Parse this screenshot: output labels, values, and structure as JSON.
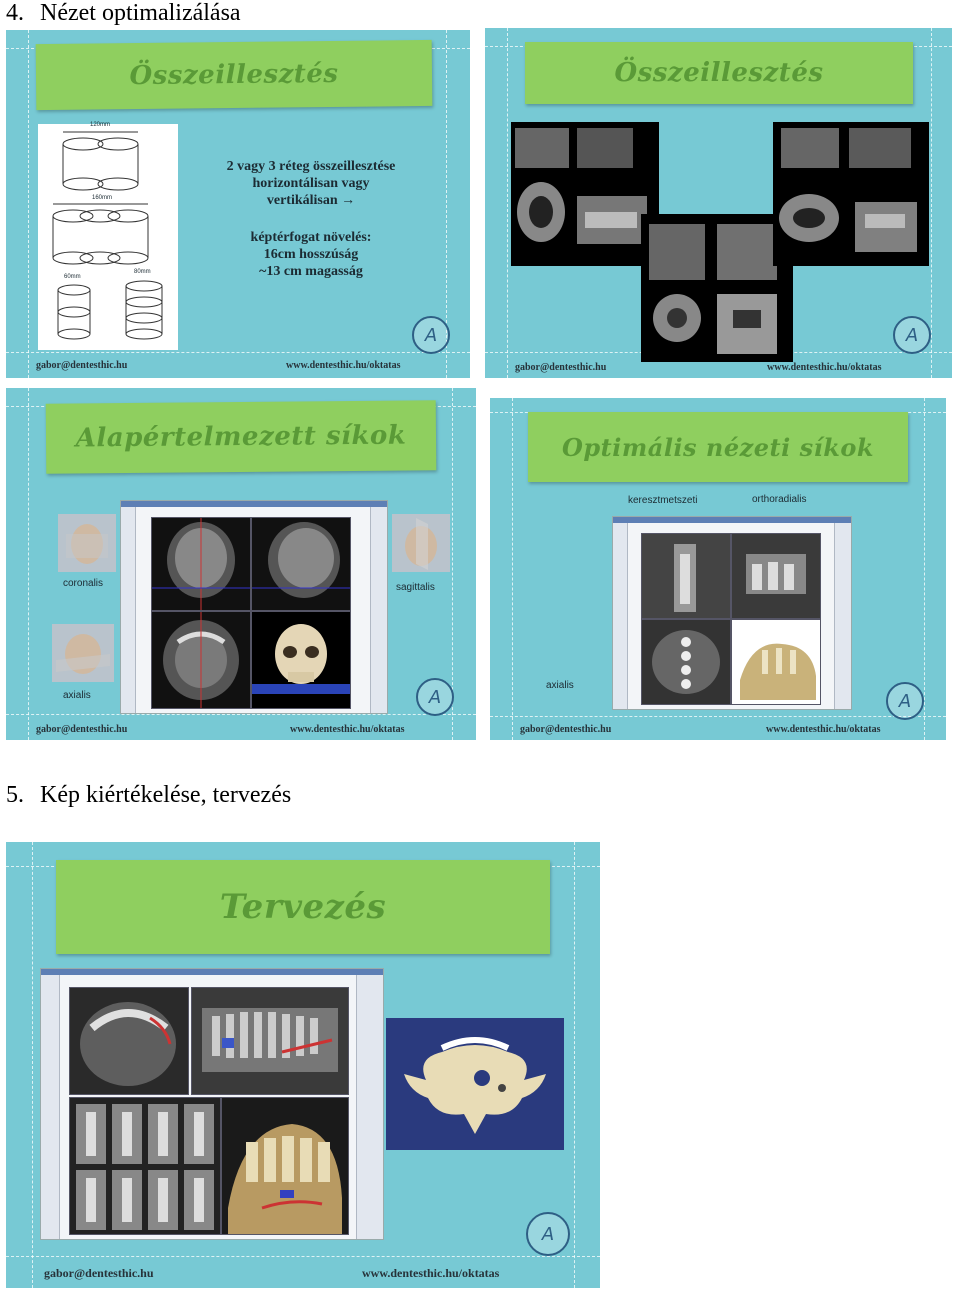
{
  "headings": {
    "h4_number": "4.",
    "h4_text": "Nézet optimalizálása",
    "h5_number": "5.",
    "h5_text": "Kép kiértékelése, tervezés"
  },
  "slides": {
    "s1": {
      "title": "Összeillesztés",
      "body_line1": "2 vagy 3 réteg összeillesztése",
      "body_line2": "horizontálisan vagy",
      "body_line3": "vertikálisan →",
      "body_line4": "képtérfogat növelés:",
      "body_line5": "16cm hosszúság",
      "body_line6": "~13 cm magasság",
      "dim_top": "120mm",
      "dim_mid": "160mm",
      "dim_left1": "60mm",
      "dim_right1": "80mm",
      "footer_left": "gabor@dentesthic.hu",
      "footer_right": "www.dentesthic.hu/oktatas"
    },
    "s2": {
      "title": "Összeillesztés",
      "footer_left": "gabor@dentesthic.hu",
      "footer_right": "www.dentesthic.hu/oktatas"
    },
    "s3": {
      "title": "Alapértelmezett síkok",
      "label_coronal": "coronalis",
      "label_sagittal": "sagittalis",
      "label_axial": "axialis",
      "footer_left": "gabor@dentesthic.hu",
      "footer_right": "www.dentesthic.hu/oktatas"
    },
    "s4": {
      "title": "Optimális nézeti síkok",
      "label_cross": "keresztmetszeti",
      "label_ortho": "orthoradialis",
      "label_axial": "axialis",
      "footer_left": "gabor@dentesthic.hu",
      "footer_right": "www.dentesthic.hu/oktatas"
    },
    "s5": {
      "title": "Tervezés",
      "footer_left": "gabor@dentesthic.hu",
      "footer_right": "www.dentesthic.hu/oktatas"
    }
  },
  "icons": {
    "logo": "A-monogram-logo"
  },
  "colors": {
    "slide_bg": "#77c9d4",
    "banner_bg": "#8fcf5f",
    "banner_text": "#5a9a37"
  }
}
